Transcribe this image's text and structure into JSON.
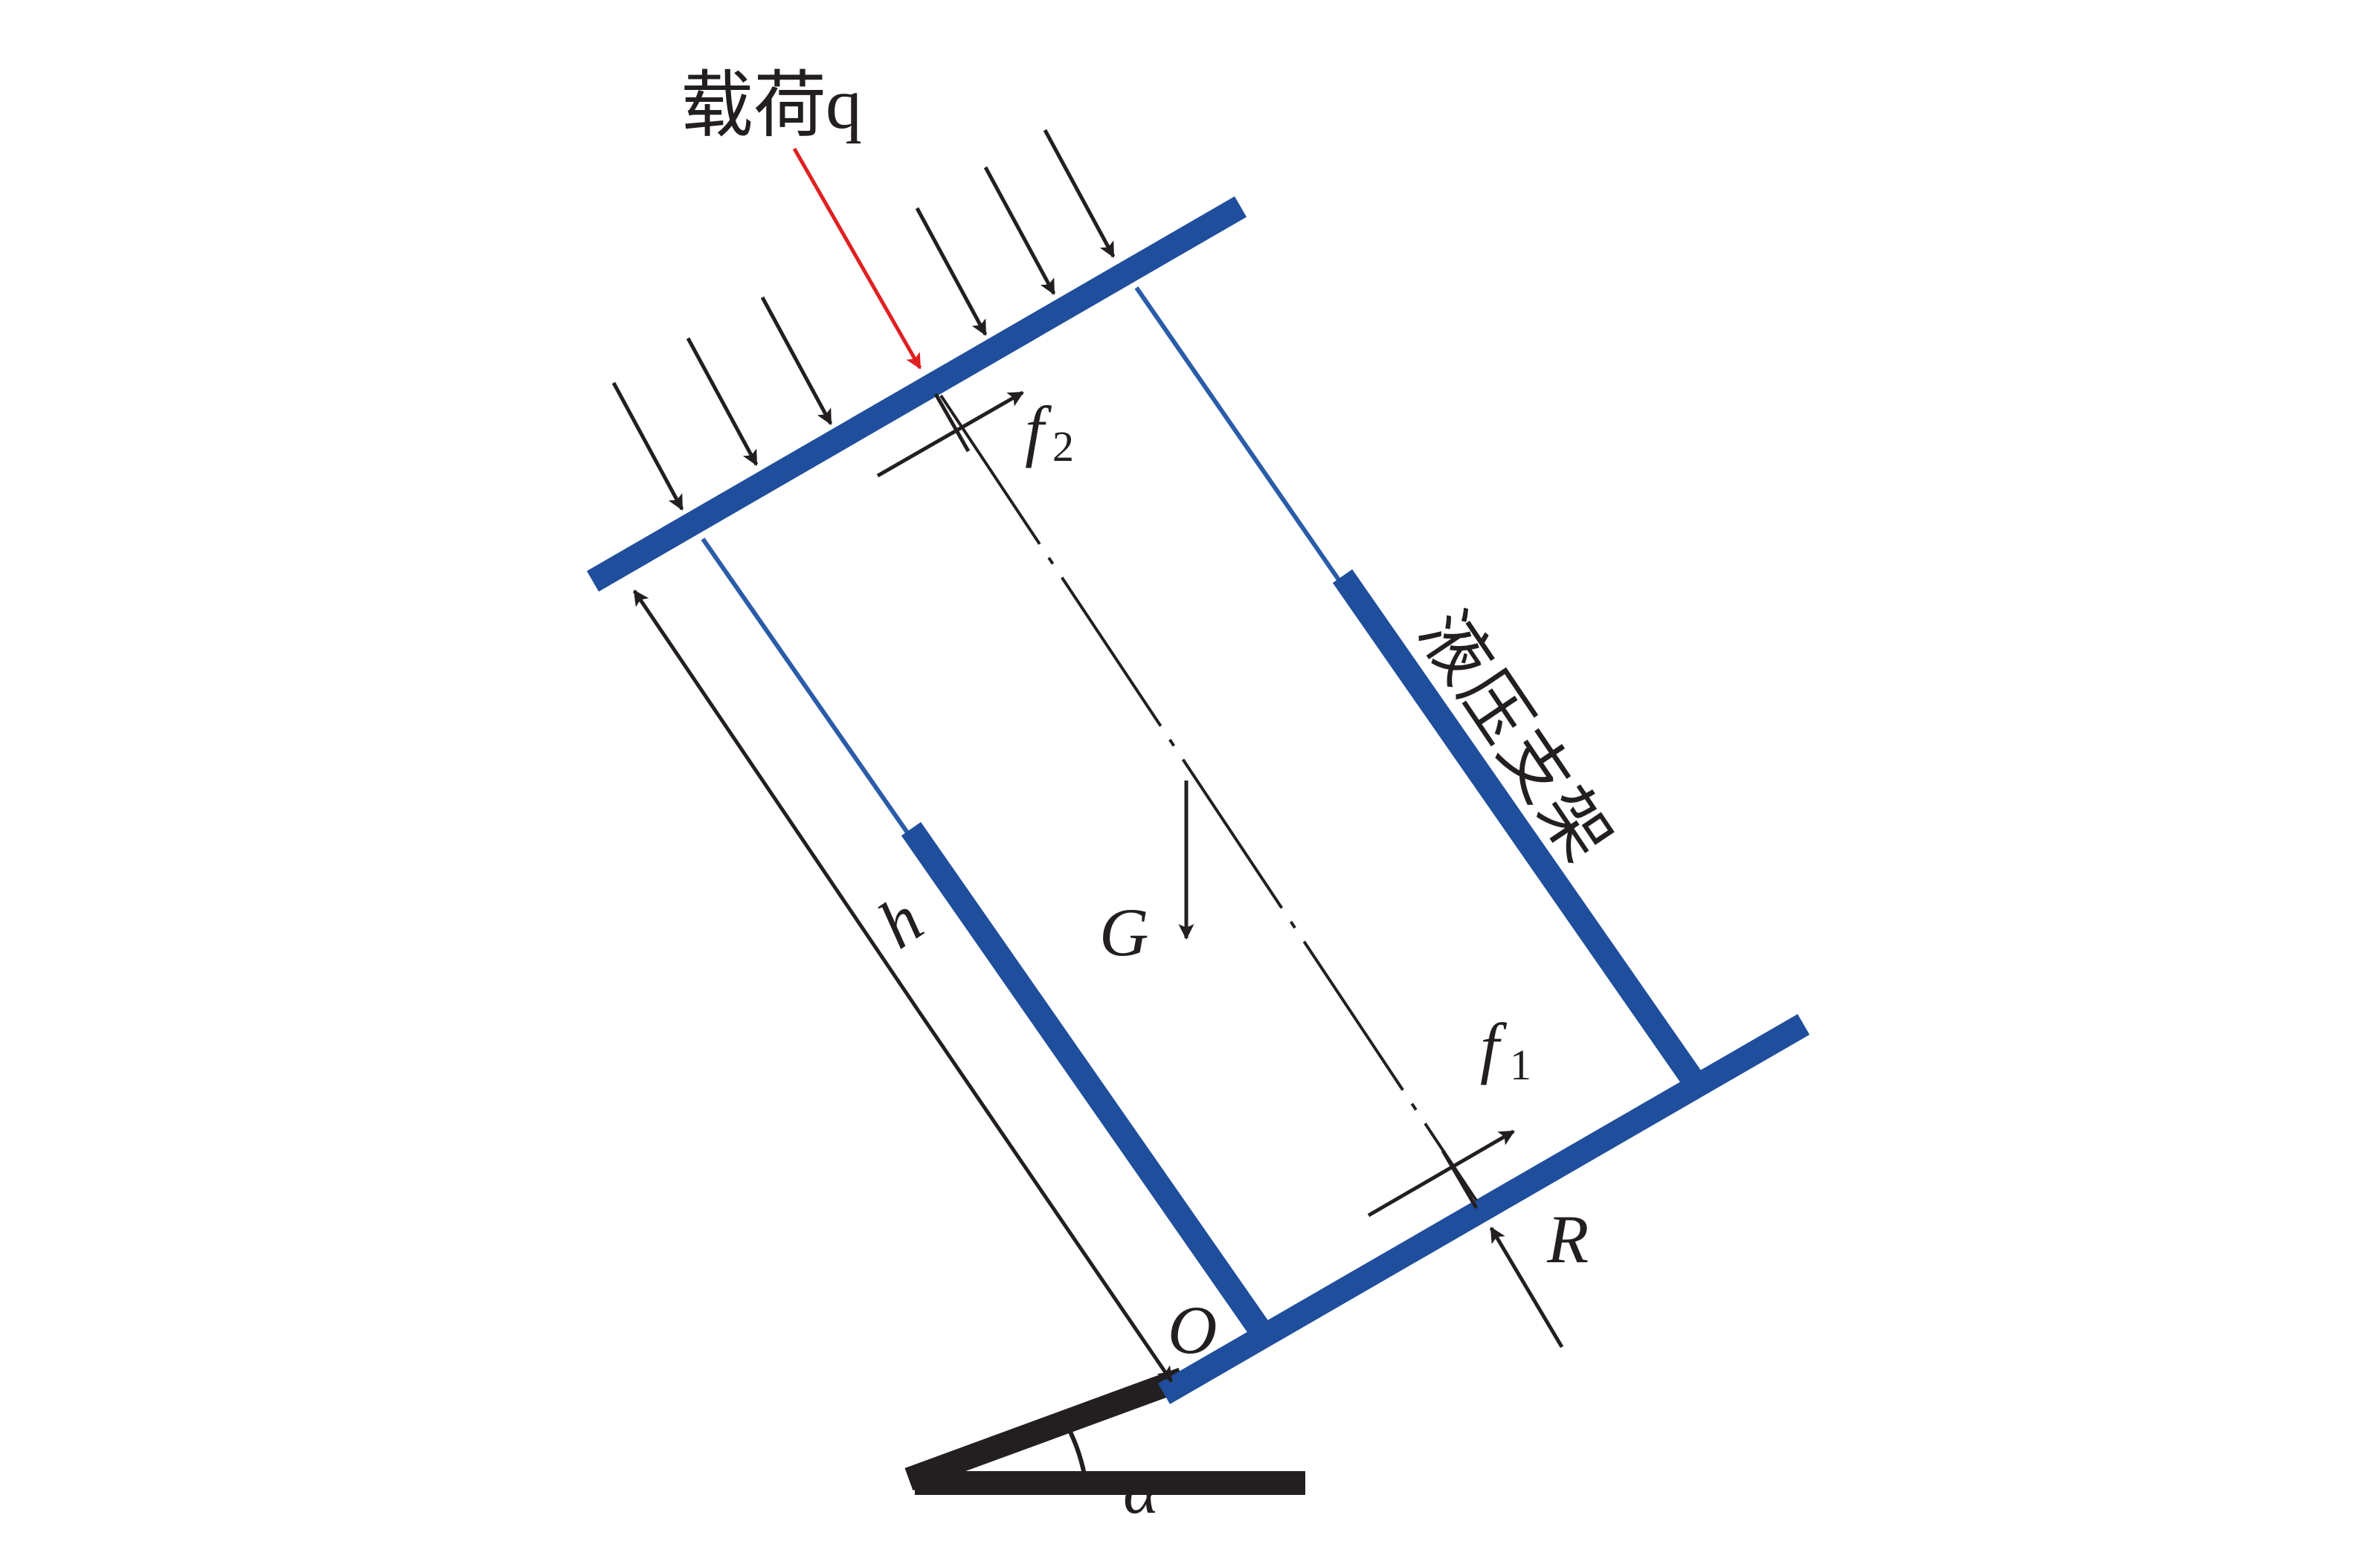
{
  "labels": {
    "load_text": "载荷",
    "load_symbol": "q",
    "support_label": "液压支架",
    "f2_base": "f",
    "f2_sub": "2",
    "f1_base": "f",
    "f1_sub": "1",
    "gravity": "G",
    "height": "h",
    "origin": "O",
    "reaction": "R",
    "angle": "α"
  },
  "colors": {
    "support_blue": "#1f4e9c",
    "thin_blue": "#2a5ca8",
    "ink": "#231f20",
    "load_red": "#e02020",
    "background": "#ffffff"
  }
}
